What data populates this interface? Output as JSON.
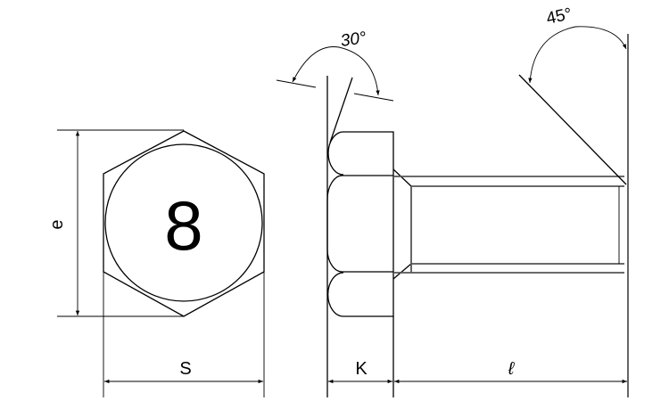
{
  "head_marking": "8",
  "dimensions": {
    "e": "e",
    "s": "S",
    "k": "K",
    "l": "ℓ"
  },
  "angles": {
    "head_chamfer": "30°",
    "thread_end": "45°"
  }
}
